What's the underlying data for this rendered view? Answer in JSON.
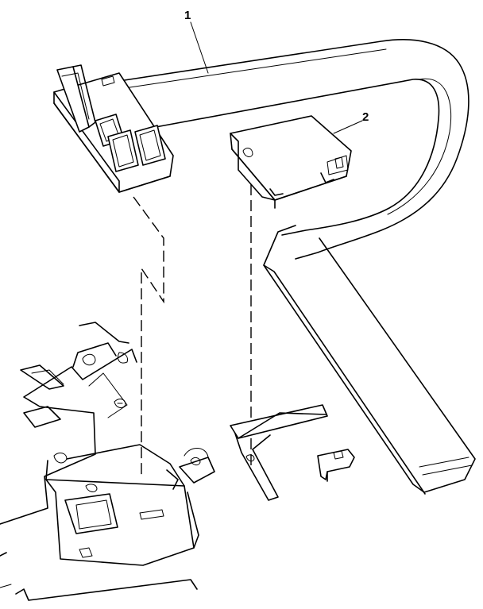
{
  "callouts": [
    {
      "label": "1",
      "part": "flat-cable"
    },
    {
      "label": "2",
      "part": "cable-cover"
    }
  ],
  "colors": {
    "ink": "#000000",
    "paper": "#ffffff"
  }
}
